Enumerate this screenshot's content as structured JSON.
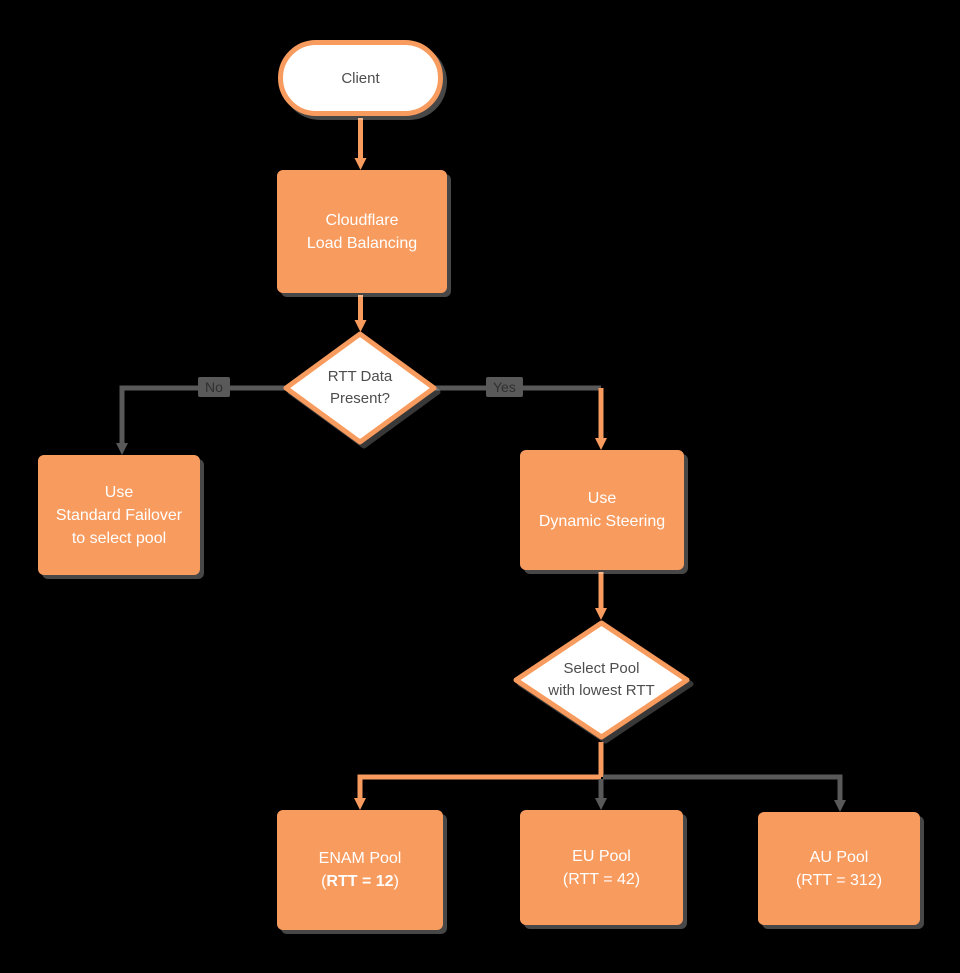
{
  "colors": {
    "bg": "#000000",
    "orange": "#F89B5E",
    "gray-line": "#595959",
    "white": "#FFFFFF",
    "dark-text": "#4D4D4D",
    "edge-label-text": "#303030"
  },
  "nodes": {
    "client": {
      "label": "Client"
    },
    "load_balancer": {
      "line1": "Cloudflare",
      "line2": "Load Balancing"
    },
    "rtt_decision": {
      "line1": "RTT Data",
      "line2": "Present?"
    },
    "standard_failover": {
      "line1": "Use",
      "line2": "Standard Failover",
      "line3": "to select pool"
    },
    "dynamic_steering": {
      "line1": "Use",
      "line2": "Dynamic Steering"
    },
    "select_pool": {
      "line1": "Select Pool",
      "line2": "with lowest RTT"
    },
    "enam_pool": {
      "line1": "ENAM Pool",
      "line2_prefix": "(",
      "line2_bold": "RTT = 12",
      "line2_suffix": ")"
    },
    "eu_pool": {
      "line1": "EU Pool",
      "line2": "(RTT = 42)"
    },
    "au_pool": {
      "line1": "AU Pool",
      "line2": "(RTT = 312)"
    }
  },
  "edges": {
    "no_label": "No",
    "yes_label": "Yes"
  }
}
